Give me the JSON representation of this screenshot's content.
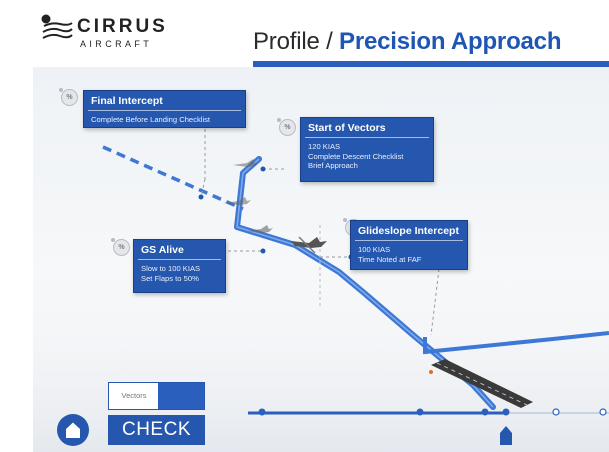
{
  "brand": {
    "name": "CIRRUS",
    "sub": "AIRCRAFT"
  },
  "title": {
    "main": "Profile / ",
    "accent": "Precision Approach"
  },
  "callouts": {
    "final_intercept": {
      "title": "Final Intercept",
      "lines": [
        "Complete Before Landing Checklist"
      ]
    },
    "start_of_vectors": {
      "title": "Start of Vectors",
      "lines": [
        "120 KIAS",
        "Complete Descent Checklist",
        "Brief Approach"
      ]
    },
    "gs_alive": {
      "title": "GS Alive",
      "lines": [
        "Slow to 100 KIAS",
        "Set Flaps to 50%"
      ]
    },
    "glideslope_intercept": {
      "title": "Glideslope Intercept",
      "lines": [
        "100 KIAS",
        "Time Noted at FAF"
      ]
    }
  },
  "badge_label": "%",
  "mode_toggle": {
    "label": "Vectors"
  },
  "check_button": {
    "label": "CHECK"
  },
  "timeline": {
    "stops_total": 7,
    "active_stop_index": 4
  },
  "colors": {
    "accent": "#2457ad",
    "accent_light": "#2b5fbe",
    "path": "#3d78d6",
    "runway": "#3a3a3a"
  },
  "icons": {
    "home": "home-icon",
    "badge": "percent-badge-icon",
    "airplane": "airplane-icon"
  }
}
